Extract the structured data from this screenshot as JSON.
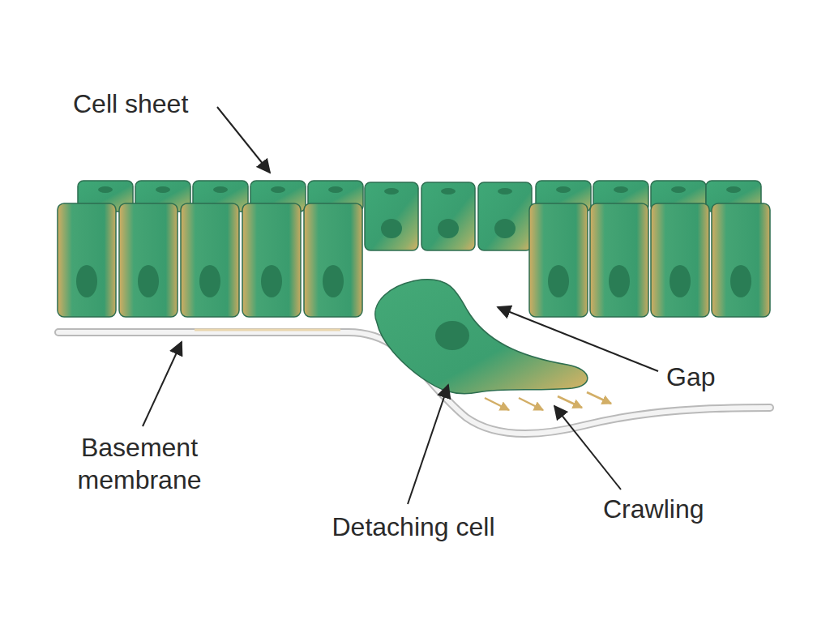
{
  "diagram": {
    "labels": [
      "Cell sheet",
      "Basement membrane",
      "Gap",
      "Detaching cell",
      "Crawling"
    ]
  }
}
